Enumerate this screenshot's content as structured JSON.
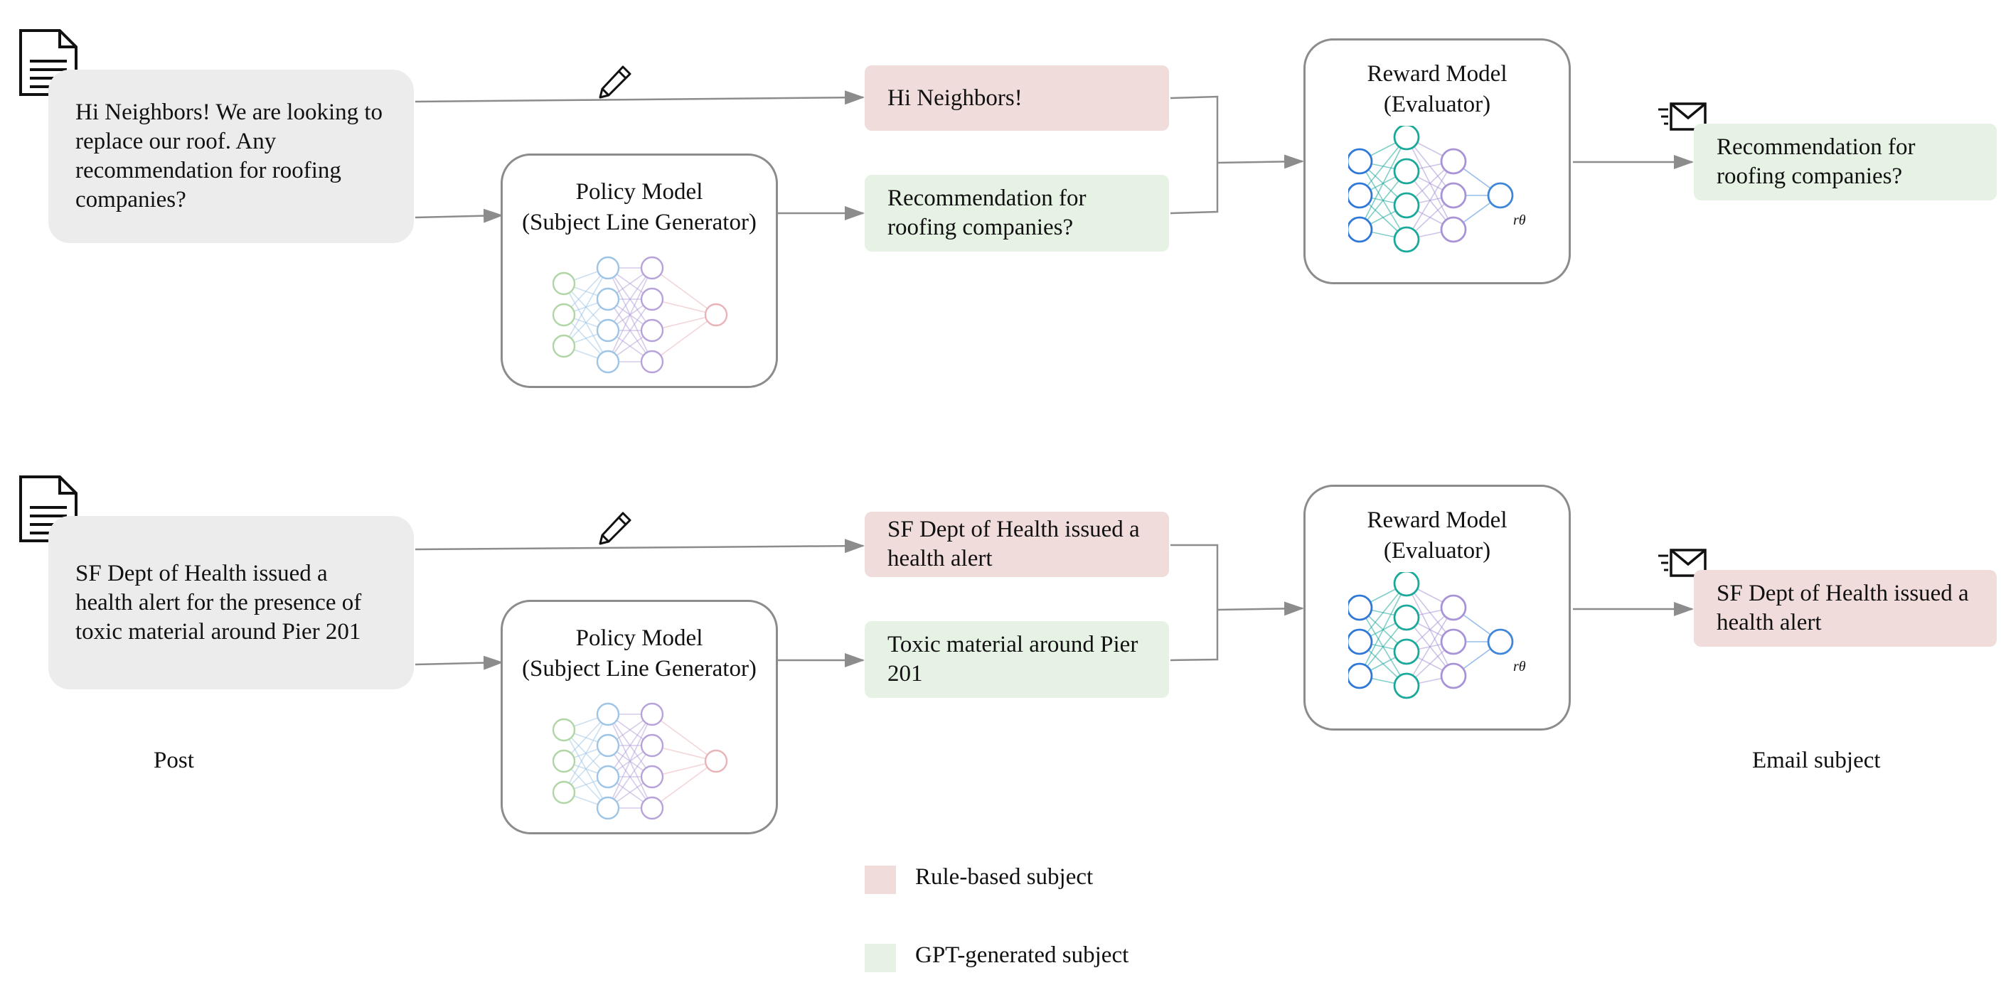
{
  "rows": [
    {
      "post_text": "Hi Neighbors! We are looking to replace our roof. Any recommendation for roofing companies?",
      "policy_title": [
        "Policy Model",
        "(Subject Line Generator)"
      ],
      "rule_subject": "Hi Neighbors!",
      "gpt_subject": "Recommendation for roofing companies?",
      "reward_title": [
        "Reward Model",
        "(Evaluator)"
      ],
      "reward_symbol": "rθ",
      "email_subject": "Recommendation for roofing companies?",
      "email_kind": "gpt"
    },
    {
      "post_text": "SF Dept of Health issued a health alert for the presence of toxic material around Pier 201",
      "policy_title": [
        "Policy Model",
        "(Subject Line Generator)"
      ],
      "rule_subject": "SF Dept of Health issued a health alert",
      "gpt_subject": "Toxic material around Pier 201",
      "reward_title": [
        "Reward Model",
        "(Evaluator)"
      ],
      "reward_symbol": "rθ",
      "email_subject": "SF Dept of Health issued a health alert",
      "email_kind": "rule"
    }
  ],
  "bottom_labels": {
    "post": "Post",
    "email": "Email subject"
  },
  "legend": {
    "rule": "Rule-based subject",
    "gpt": "GPT-generated subject"
  },
  "colors": {
    "rule_fill": "#f1dcdc",
    "gpt_fill": "#e6f3e4",
    "post_fill": "#ececec",
    "arrow": "#8c8c8c",
    "policy_in": "#b0d6a6",
    "policy_h1": "#9ec5e6",
    "policy_h2": "#b7a3d9",
    "policy_out": "#eab3b8",
    "reward_in": "#2f78d8",
    "reward_h1": "#1aa89a",
    "reward_h2": "#a893d6",
    "reward_out": "#3f86d8"
  },
  "icons": {
    "document": "document-icon",
    "pencil": "pencil-icon",
    "envelope": "envelope-icon"
  }
}
